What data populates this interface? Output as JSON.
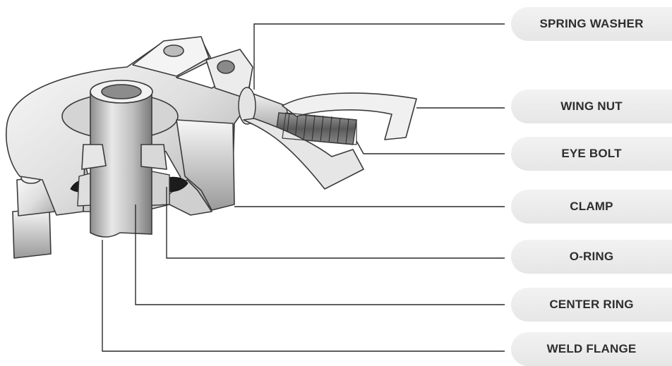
{
  "labels": [
    {
      "id": "spring-washer",
      "text": "SPRING WASHER"
    },
    {
      "id": "wing-nut",
      "text": "WING NUT"
    },
    {
      "id": "eye-bolt",
      "text": "EYE BOLT"
    },
    {
      "id": "clamp",
      "text": "CLAMP"
    },
    {
      "id": "o-ring",
      "text": "O-RING"
    },
    {
      "id": "center-ring",
      "text": "CENTER RING"
    },
    {
      "id": "weld-flange",
      "text": "WELD FLANGE"
    }
  ],
  "colors": {
    "metal_light": "#f3f3f3",
    "metal_mid": "#c9c9c9",
    "metal_dark": "#7d7d7d",
    "outline": "#3a3a3a",
    "oring": "#1c1c1c",
    "leader": "#2a2a2a",
    "pill_bg": "#eaeaea",
    "label_text": "#2e2e2e"
  }
}
